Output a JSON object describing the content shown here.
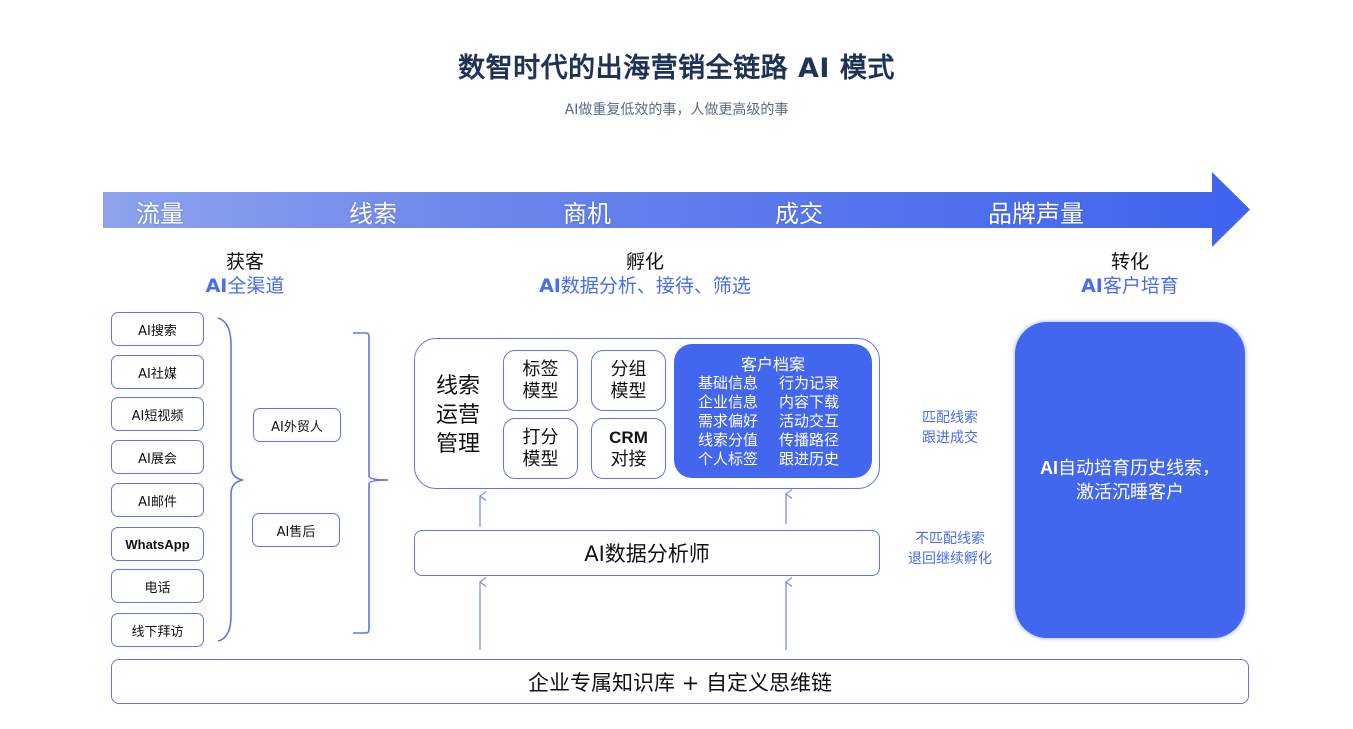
{
  "header": {
    "title": "数智时代的出海营销全链路 AI 模式",
    "subtitle": "AI做重复低效的事，人做更高级的事"
  },
  "colors": {
    "accent": "#4a6cf0",
    "box_border": "#5b78e6",
    "profile_fill": "#4266ee",
    "arrow_start": "#8fa3ee",
    "arrow_end": "#3f63ef",
    "title": "#1f3354"
  },
  "stages": [
    "流量",
    "线索",
    "商机",
    "成交",
    "品牌声量"
  ],
  "columns": {
    "acquire": {
      "heading": "获客",
      "sub_prefix": "AI",
      "sub_rest": "全渠道"
    },
    "incubate": {
      "heading": "孵化",
      "sub_prefix": "AI",
      "sub_rest": "数据分析、接待、筛选"
    },
    "convert": {
      "heading": "转化",
      "sub_prefix": "AI",
      "sub_rest": "客户培育"
    }
  },
  "channels": [
    "AI搜索",
    "AI社媒",
    "AI短视频",
    "AI展会",
    "AI邮件",
    "WhatsApp",
    "电话",
    "线下拜访"
  ],
  "agents": [
    "AI外贸人",
    "AI售后"
  ],
  "lead_management": {
    "label_lines": [
      "线索",
      "运营",
      "管理"
    ],
    "models": [
      {
        "line1": "标签",
        "line2": "模型"
      },
      {
        "line1": "分组",
        "line2": "模型"
      },
      {
        "line1": "打分",
        "line2": "模型"
      },
      {
        "line1": "CRM",
        "line2": "对接"
      }
    ],
    "profile": {
      "title": "客户档案",
      "items": [
        "基础信息",
        "行为记录",
        "企业信息",
        "内容下载",
        "需求偏好",
        "活动交互",
        "线索分值",
        "传播路径",
        "个人标签",
        "跟进历史"
      ]
    }
  },
  "analyst": {
    "label": "AI数据分析师"
  },
  "notes": {
    "match": [
      "匹配线索",
      "跟进成交"
    ],
    "nomatch": [
      "不匹配线索",
      "退回继续孵化"
    ]
  },
  "nurture": {
    "prefix": "AI",
    "line1_rest": "自动培育历史线索，",
    "line2": "激活沉睡客户"
  },
  "knowledge_base": {
    "label": "企业专属知识库 + 自定义思维链"
  }
}
